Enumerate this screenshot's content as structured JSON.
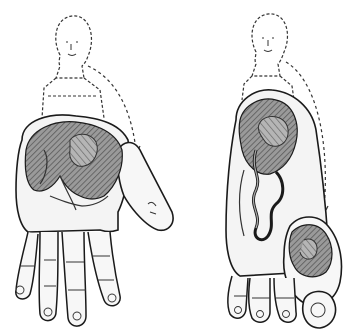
{
  "colors": {
    "background": "#ffffff",
    "outline": "#1a1a1a",
    "shading": "#8a8a8a",
    "shading_dark": "#555555",
    "dashed": "#333333"
  },
  "figures": [
    {
      "name": "left-hand-figure",
      "hatched_region": "palm-organ-shading"
    },
    {
      "name": "right-hand-figure",
      "hatched_region": "thumb-organ-shading"
    }
  ]
}
